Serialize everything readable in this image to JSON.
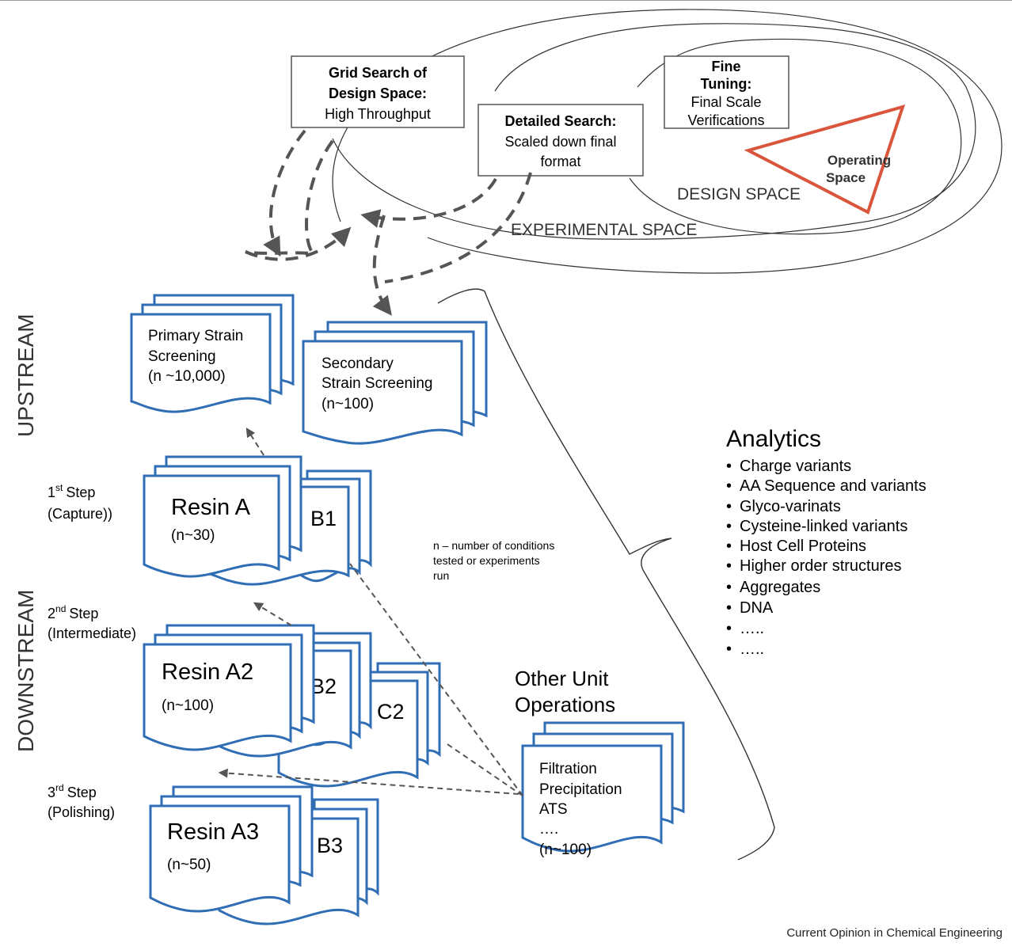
{
  "colors": {
    "doc_stroke": "#2f6db5",
    "operating_space": "#d9553b",
    "line": "#333333",
    "dashed": "#555555",
    "text": "#333333"
  },
  "header": {
    "grid_search": {
      "title_l1": "Grid Search of",
      "title_l2": "Design Space:",
      "body": "High Throughput"
    },
    "detailed_search": {
      "title": "Detailed Search:",
      "body_l1": "Scaled down final",
      "body_l2": "format"
    },
    "fine_tuning": {
      "title_l1": "Fine",
      "title_l2": "Tuning:",
      "body_l1": "Final Scale",
      "body_l2": "Verifications"
    },
    "operating_space_l1": "Operating",
    "operating_space_l2": "Space",
    "design_space": "DESIGN SPACE",
    "experimental_space": "EXPERIMENTAL SPACE"
  },
  "sections": {
    "upstream": "UPSTREAM",
    "downstream": "DOWNSTREAM"
  },
  "upstream_cards": {
    "primary": {
      "l1": "Primary Strain",
      "l2": "Screening",
      "l3": "(n ~10,000)"
    },
    "secondary": {
      "l1": "Secondary",
      "l2": "Strain Screening",
      "l3": "(n~100)"
    }
  },
  "steps": {
    "s1": {
      "num": "1",
      "sup": "st",
      "word": "Step",
      "sub": "(Capture))"
    },
    "s2": {
      "num": "2",
      "sup": "nd",
      "word": "Step",
      "sub": "(Intermediate)"
    },
    "s3": {
      "num": "3",
      "sup": "rd",
      "word": "Step",
      "sub": "(Polishing)"
    }
  },
  "resins": {
    "a": {
      "title": "Resin A",
      "n": "(n~30)",
      "b": "B1"
    },
    "a2": {
      "title": "Resin A2",
      "n": "(n~100)",
      "b": "B2",
      "c": "C2"
    },
    "a3": {
      "title": "Resin A3",
      "n": "(n~50)",
      "b": "B3"
    }
  },
  "note": {
    "l1": "n – number of conditions",
    "l2": "tested or experiments",
    "l3": "run"
  },
  "other_ops": {
    "title_l1": "Other Unit",
    "title_l2": "Operations",
    "items": [
      "Filtration",
      "Precipitation",
      "ATS",
      "….",
      "(n~100)"
    ]
  },
  "analytics": {
    "title": "Analytics",
    "items": [
      "Charge variants",
      "AA Sequence and variants",
      "Glyco-varinats",
      "Cysteine-linked variants",
      "Host Cell Proteins",
      "Higher order structures",
      "Aggregates",
      "DNA",
      "…..",
      "….."
    ]
  },
  "footer": {
    "credit": "Current Opinion in Chemical Engineering"
  }
}
